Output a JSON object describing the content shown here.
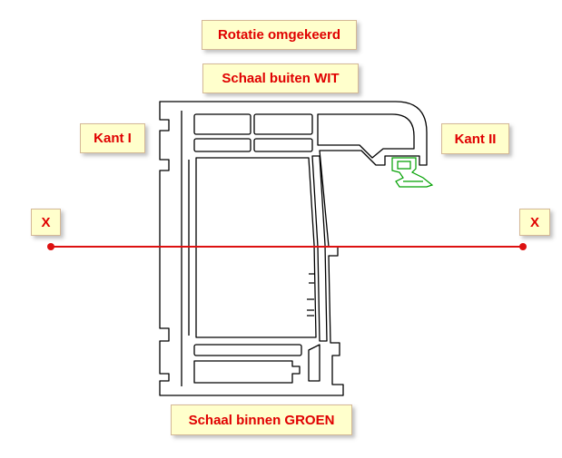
{
  "labels": {
    "rotation": "Rotatie omgekeerd",
    "shell_outside": "Schaal buiten WIT",
    "side_one": "Kant I",
    "side_two": "Kant II",
    "axis_left": "X",
    "axis_right": "X",
    "shell_inside": "Schaal binnen GROEN"
  },
  "colors": {
    "label_text": "#e00000",
    "label_bg": "#ffffcc",
    "axis_line": "#dd1111",
    "profile_outline": "#000000",
    "gasket": "#00a000"
  }
}
